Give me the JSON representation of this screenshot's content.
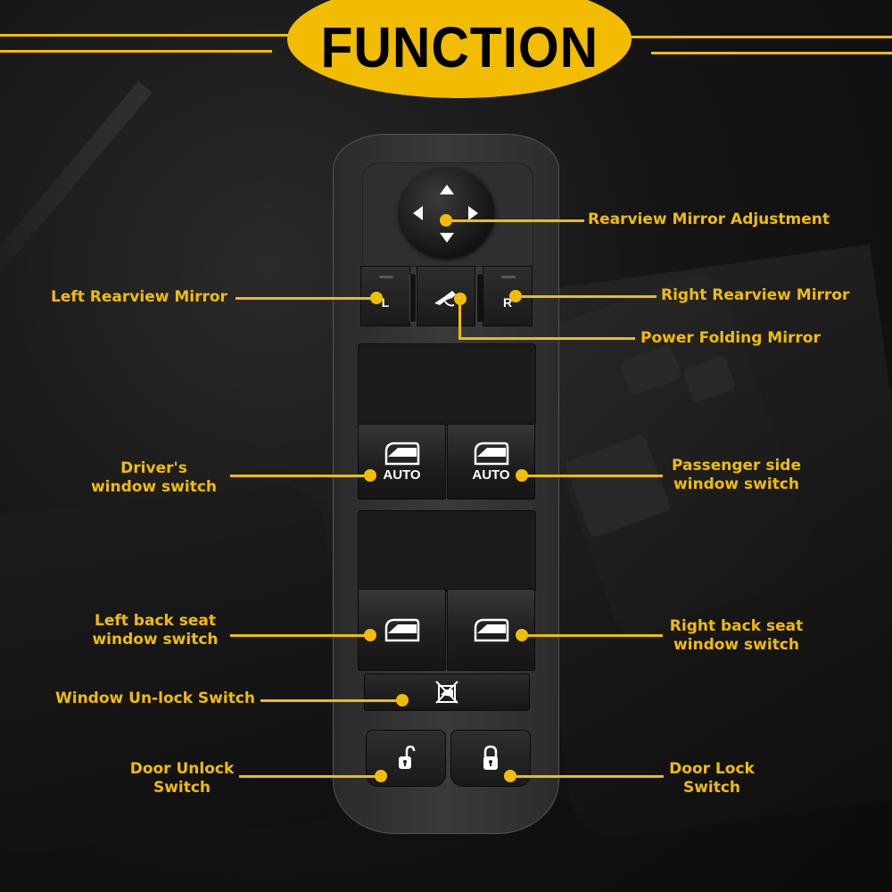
{
  "header": {
    "title": "FUNCTION"
  },
  "colors": {
    "accent": "#f2bd00",
    "background": "#111111",
    "panel": "#2e2e2e",
    "icon": "#ffffff"
  },
  "panel": {
    "mirror_buttons": [
      {
        "id": "left",
        "letter": "L",
        "icon": "letter-l"
      },
      {
        "id": "fold",
        "letter": "",
        "icon": "mirror-fold-icon"
      },
      {
        "id": "right",
        "letter": "R",
        "icon": "letter-r"
      }
    ],
    "front_windows": [
      {
        "id": "driver",
        "icon": "window-icon",
        "badge": "AUTO"
      },
      {
        "id": "passenger",
        "icon": "window-icon",
        "badge": "AUTO"
      }
    ],
    "rear_windows": [
      {
        "id": "left-rear",
        "icon": "window-icon"
      },
      {
        "id": "right-rear",
        "icon": "window-icon"
      }
    ],
    "window_lock": {
      "icon": "window-lock-crossed-icon"
    },
    "door_buttons": [
      {
        "id": "unlock",
        "icon": "unlocked-padlock-icon"
      },
      {
        "id": "lock",
        "icon": "locked-padlock-icon"
      }
    ]
  },
  "callouts": {
    "rearview_mirror_adjustment": "Rearview Mirror Adjustment",
    "left_rearview_mirror": "Left Rearview Mirror",
    "right_rearview_mirror": "Right Rearview Mirror",
    "power_folding_mirror": "Power Folding Mirror",
    "drivers_window_line1": "Driver's",
    "drivers_window_line2": "window switch",
    "passenger_window_line1": "Passenger side",
    "passenger_window_line2": "window switch",
    "left_back_line1": "Left back seat",
    "left_back_line2": "window switch",
    "right_back_line1": "Right back seat",
    "right_back_line2": "window switch",
    "window_unlock": "Window Un-lock Switch",
    "door_unlock_line1": "Door Unlock",
    "door_unlock_line2": "Switch",
    "door_lock_line1": "Door Lock",
    "door_lock_line2": "Switch"
  }
}
